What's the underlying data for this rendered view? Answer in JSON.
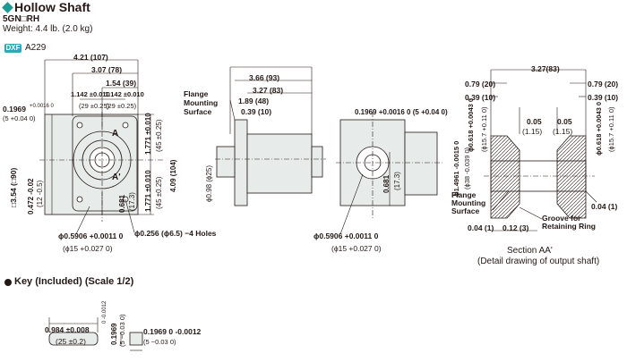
{
  "header": {
    "title": "Hollow Shaft",
    "model": "5GN□RH",
    "weight": "Weight: 4.4 lb. (2.0 kg)",
    "dxf_badge": "DXF",
    "dxf_code": "A229"
  },
  "front_view": {
    "d_4_21": "4.21 (107)",
    "d_3_07": "3.07 (78)",
    "d_1_54": "1.54 (39)",
    "d_1_142a": "1.142 ±0.010",
    "d_1_142b": "1.142 ±0.010",
    "d_29a": "(29 ±0.25)",
    "d_29b": "(29 ±0.25)",
    "d_0_1969": "0.1969",
    "d_0_1969_tol": "+0.0016 0",
    "d_5_tol": "(5 +0.04 0)",
    "d_3_54": "□3.54 (□90)",
    "d_0_472": "0.472 -0.02",
    "d_12": "(12 -0.5)",
    "d_1_771a": "1.771 ±0.010",
    "d_1_771b": "1.771 ±0.010",
    "d_45a": "(45 ±0.25)",
    "d_45b": "(45 ±0.25)",
    "d_4_09": "4.09 (104)",
    "d_0_681": "0.681",
    "d_17_3": "(17.3)",
    "phi_05906": "ϕ0.5906 +0.0011 0",
    "phi_15": "(ϕ15 +0.027 0)",
    "phi_0256": "ϕ0.256 (ϕ6.5) −4 Holes",
    "label_A": "A",
    "label_A2": "A'"
  },
  "side_view": {
    "flange_label": "Flange\nMounting\nSurface",
    "d_3_66": "3.66 (93)",
    "d_3_27": "3.27 (83)",
    "d_1_89": "1.89 (48)",
    "d_0_39": "0.39 (10)",
    "d_phi098": "ϕ0.98 (ϕ25)"
  },
  "rear_view": {
    "d_0_1969": "0.1969 +0.0016 0 (5 +0.04 0)",
    "d_0_681": "0.681",
    "d_17_3": "(17.3)",
    "phi_05906": "ϕ0.5906 +0.0011 0",
    "phi_15": "(ϕ15 +0.027 0)"
  },
  "section_view": {
    "d_3_27": "3.27(83)",
    "d_079a": "0.79 (20)",
    "d_039a": "0.39 (10)",
    "d_079b": "0.79 (20)",
    "d_039b": "0.39 (10)",
    "d_005a": "0.05",
    "d_115a": "(1.15)",
    "d_005b": "0.05",
    "d_115b": "(1.15)",
    "d_phi0618a": "ϕ0.618 +0.0043 0",
    "d_phi157a": "(ϕ15.7 +0.11 0)",
    "d_phi0618b": "ϕ0.618 +0.0043 0",
    "d_phi157b": "(ϕ15.7 +0.11 0)",
    "d_phi1496": "ϕ1.4961 -0.0015 0",
    "d_phi38": "(ϕ38 -0.039 0)",
    "d_004a": "0.04 (1)",
    "d_012": "0.12 (3)",
    "d_004b": "0.04 (1)",
    "flange_label": "Flange\nMounting\nSurface",
    "groove_label": "Groove for\nRetaining Ring",
    "caption1": "Section AA'",
    "caption2": "(Detail drawing of output shaft)"
  },
  "key": {
    "title": "Key (Included)  (Scale 1/2)",
    "d_0984": "0.984 ±0.008",
    "d_25": "(25 ±0.2)",
    "d_01969": "0.1969",
    "d_01969_tol": "0 -0.0012",
    "d_5": "(5 −0.03 0)",
    "d_01969b": "0.1969 0 -0.0012",
    "d_5b": "(5 −0.03 0)"
  }
}
